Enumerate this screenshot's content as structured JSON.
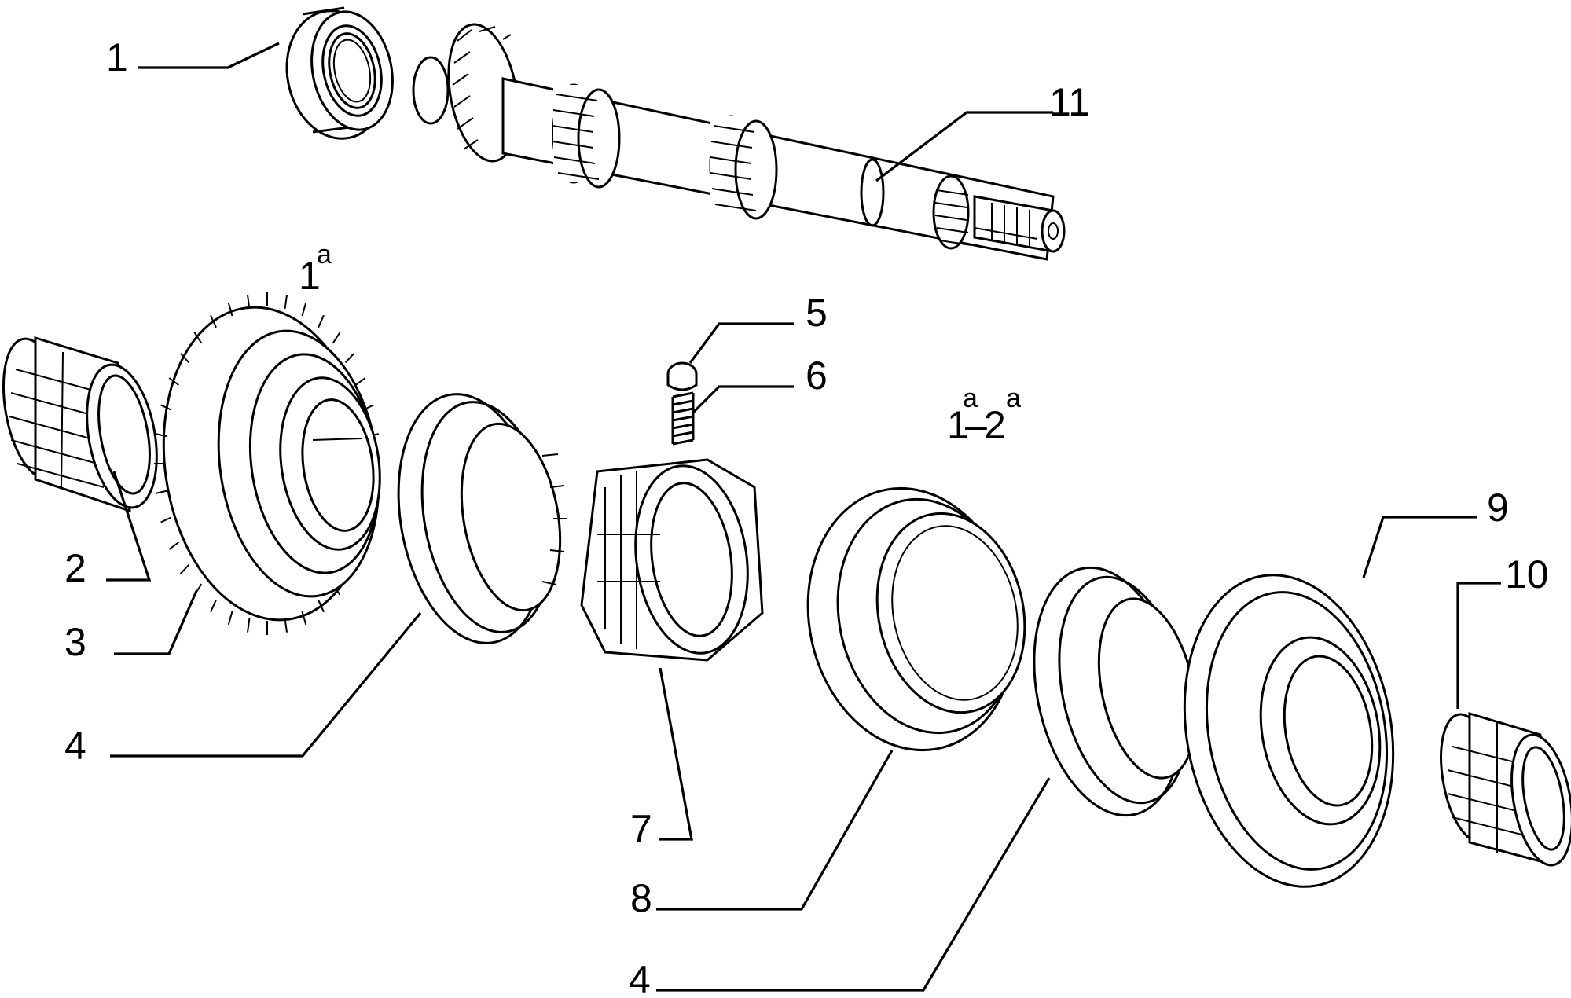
{
  "diagram": {
    "callouts": [
      {
        "id": "1",
        "text": "1"
      },
      {
        "id": "2",
        "text": "2"
      },
      {
        "id": "3",
        "text": "3"
      },
      {
        "id": "4a",
        "text": "4"
      },
      {
        "id": "4b",
        "text": "4"
      },
      {
        "id": "5",
        "text": "5"
      },
      {
        "id": "6",
        "text": "6"
      },
      {
        "id": "7",
        "text": "7"
      },
      {
        "id": "8",
        "text": "8"
      },
      {
        "id": "9",
        "text": "9"
      },
      {
        "id": "10",
        "text": "10"
      },
      {
        "id": "11",
        "text": "11"
      }
    ],
    "gear_labels": {
      "first": {
        "base": "1",
        "sup": "a"
      },
      "first_second": {
        "base1": "1",
        "sup1": "a",
        "dash": "–",
        "base2": "2",
        "sup2": "a"
      }
    },
    "icons": {
      "bearing": "ball-bearing-icon",
      "shaft": "input-shaft-icon",
      "cage": "needle-roller-cage-icon",
      "gear": "gear-icon",
      "ring": "synchro-ring-icon",
      "hub": "synchro-hub-icon",
      "sleeve": "sliding-sleeve-icon",
      "spring": "spring-icon",
      "plunger": "detent-plunger-icon"
    }
  }
}
